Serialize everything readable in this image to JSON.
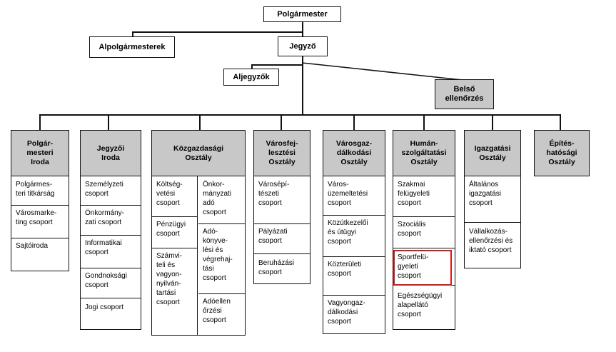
{
  "top": {
    "mayor": "Polgármester",
    "deputy_mayors": "Alpolgármesterek",
    "notary": "Jegyző",
    "deputy_notaries": "Aljegyzők",
    "internal_audit": "Belső\nellenőrzés"
  },
  "departments": [
    {
      "title": "Polgár-\nmesteri\nIroda",
      "units": [
        "Polgármes-\nteri titkárság",
        "Városmarke-\nting csoport",
        "Sajtóiroda"
      ]
    },
    {
      "title": "Jegyzői\nIroda",
      "units": [
        "Személyzeti\ncsoport",
        "Önkormány-\nzati csoport",
        "Informatikai\ncsoport",
        "Gondnoksági\ncsoport",
        "Jogi csoport"
      ]
    },
    {
      "title": "Közgazdasági\nOsztály",
      "units_left": [
        "Költség-\nvetési\ncsoport",
        "Pénzügyi\ncsoport",
        "Számvi-\nteli és\nvagyon-\nnyilván-\ntartási\ncsoport"
      ],
      "units_right": [
        "Önkor-\nmányzati\nadó\ncsoport",
        "Adó-\nkönyve-\nlési és\nvégrehaj-\ntási\ncsoport",
        "Adóellen\nőrzési\ncsoport"
      ]
    },
    {
      "title": "Városfej-\nlesztési\nOsztály",
      "units": [
        "Városépí-\ntészeti\ncsoport",
        "Pályázati\ncsoport",
        "Beruházási\ncsoport"
      ]
    },
    {
      "title": "Városgaz-\ndálkodási\nOsztály",
      "units": [
        "Város-\nüzemeltetési\ncsoport",
        "Közútkezelői\nés útügyi\ncsoport",
        "Közterületi\ncsoport",
        "Vagyongaz-\ndálkodási\ncsoport"
      ]
    },
    {
      "title": "Humán-\nszolgáltatási\nOsztály",
      "units": [
        "Szakmai\nfelügyeleti\ncsoport",
        "Szociális\ncsoport",
        "Sportfelü-\ngyeleti\ncsoport",
        "Egészségügyi\nalapellátó\ncsoport"
      ]
    },
    {
      "title": "Igazgatási\nOsztály",
      "units": [
        "Általános\nigazgatási\ncsoport",
        "Vállalkozás-\nellenőrzési és\niktató csoport"
      ]
    },
    {
      "title": "Építés-\nhatósági\nOsztály",
      "units": []
    }
  ],
  "highlight": {
    "color": "#d11a1a"
  }
}
